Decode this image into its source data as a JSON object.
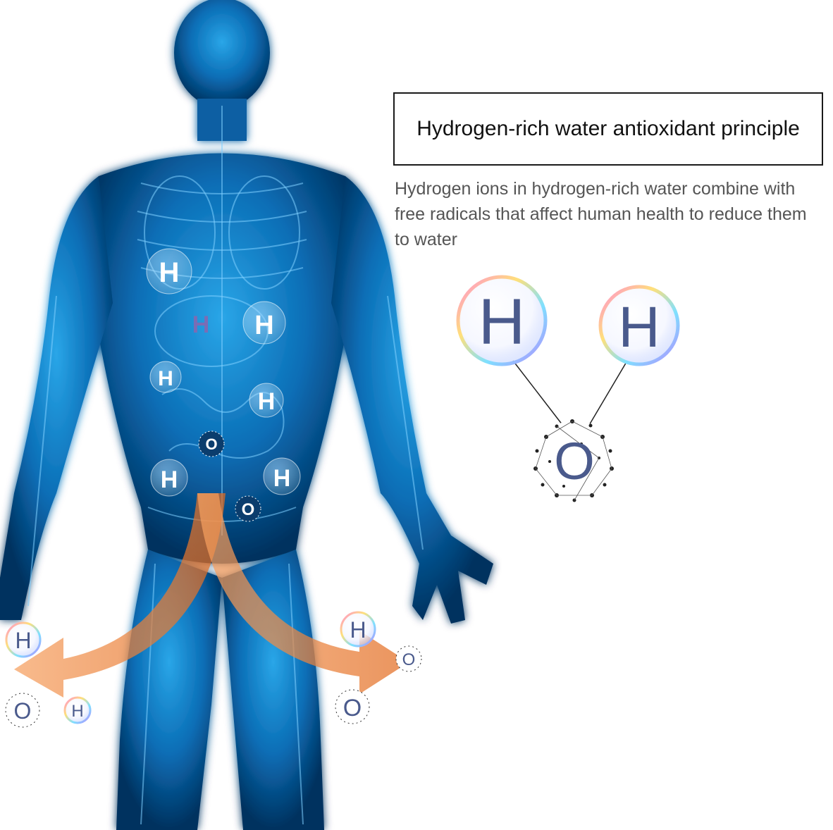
{
  "title": "Hydrogen-rich water antioxidant principle",
  "description": "Hydrogen ions in hydrogen-rich water combine with free radicals that affect human health to reduce them to water",
  "atoms": {
    "hydrogen_symbol": "H",
    "oxygen_symbol": "O"
  },
  "colors": {
    "body_dark": "#003a70",
    "body_glow": "#1e90d6",
    "arrow": "#f08a3c",
    "atom_letter": "#4a5a8c",
    "title_border": "#1a1a1a"
  },
  "icons": [
    "human-anatomy-figure",
    "hydrogen-atom-bubble",
    "oxygen-free-radical",
    "reaction-arrow"
  ]
}
